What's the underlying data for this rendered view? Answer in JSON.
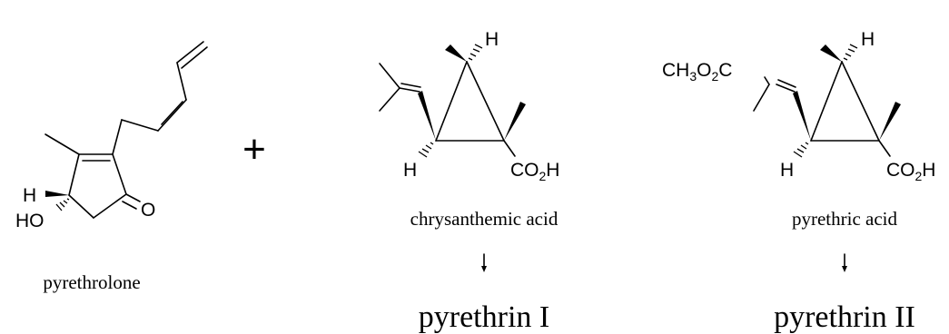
{
  "molecules": {
    "pyrethrolone": {
      "caption": "pyrethrolone",
      "atoms": {
        "h": "H",
        "ho": "HO",
        "o": "O"
      }
    },
    "chrysanthemic": {
      "caption": "chrysanthemic acid",
      "atoms": {
        "h_top": "H",
        "h_left": "H",
        "co2h_main": "CO",
        "co2h_sub": "2",
        "co2h_end": "H"
      }
    },
    "pyrethric": {
      "caption": "pyrethric acid",
      "atoms": {
        "h_top": "H",
        "h_left": "H",
        "ester_a": "CH",
        "ester_b": "3",
        "ester_c": "O",
        "ester_d": "2",
        "ester_e": "C",
        "co2h_main": "CO",
        "co2h_sub": "2",
        "co2h_end": "H"
      }
    }
  },
  "operator": "+",
  "products": {
    "p1": "pyrethrin I",
    "p2": "pyrethrin II"
  }
}
